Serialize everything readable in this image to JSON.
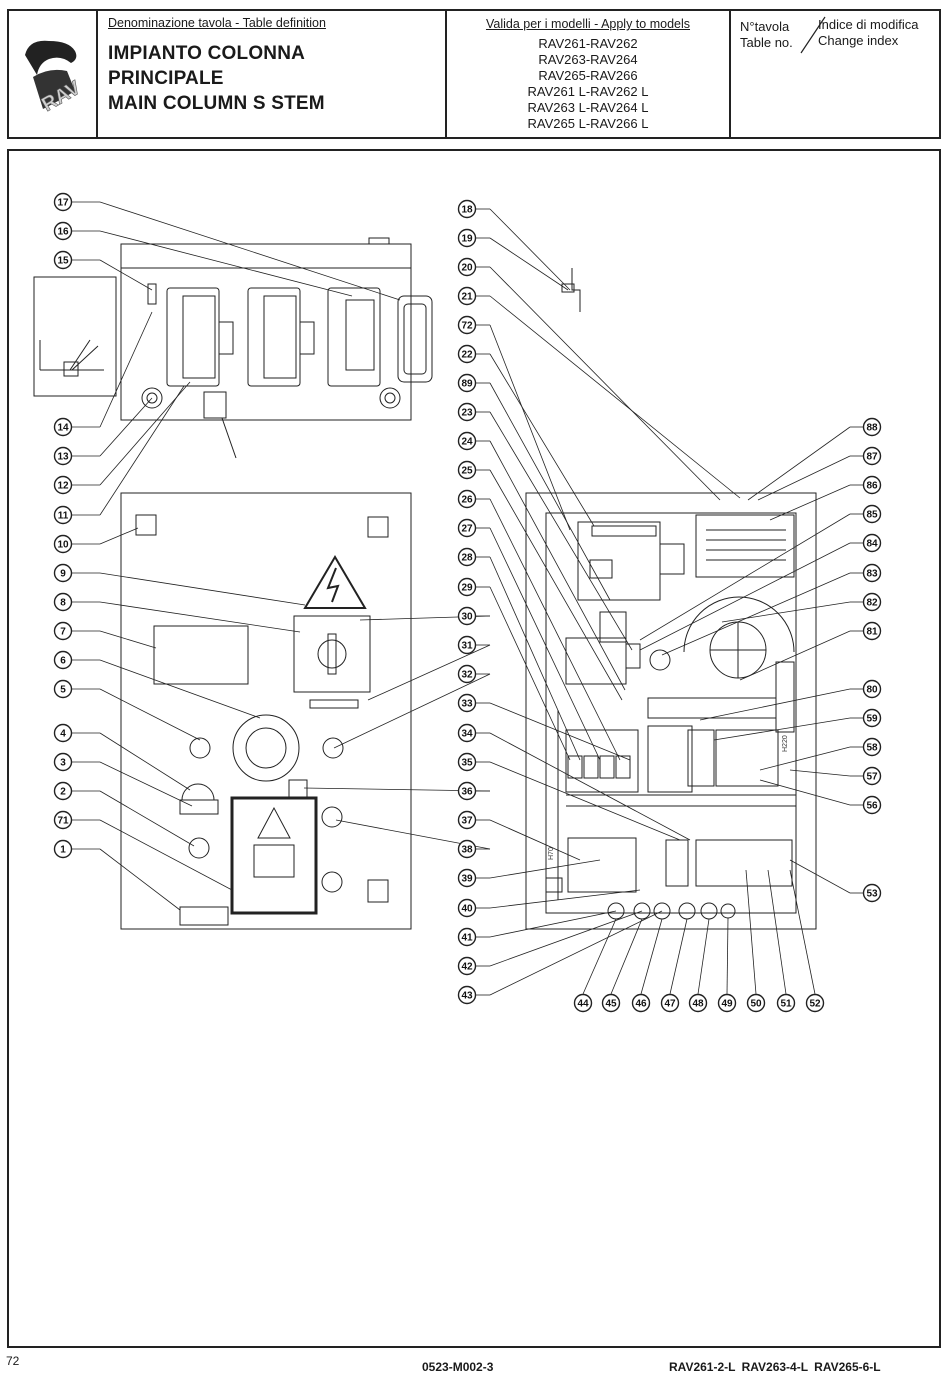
{
  "header": {
    "table_definition_label": "Denominazione tavola - Table definition",
    "title_lines": [
      "IMPIANTO COLONNA",
      "PRINCIPALE",
      "MAIN COLUMN S  STEM"
    ],
    "models_label": "Valida per i modelli - Apply to models",
    "models": [
      "RAV261-RAV262",
      "RAV263-RAV264",
      "RAV265-RAV266",
      "RAV261 L-RAV262 L",
      "RAV263 L-RAV264 L",
      "RAV265 L-RAV266 L"
    ],
    "table_no": [
      "N°tavola",
      "Table no."
    ],
    "change_index": [
      "Indice di modifica",
      "Change index"
    ],
    "logo_text": "RAV"
  },
  "callouts": {
    "left": [
      "17",
      "16",
      "15",
      "14",
      "13",
      "12",
      "11",
      "10",
      "9",
      "8",
      "7",
      "6",
      "5",
      "4",
      "3",
      "2",
      "71",
      "1"
    ],
    "middle": [
      "18",
      "19",
      "20",
      "21",
      "72",
      "22",
      "89",
      "23",
      "24",
      "25",
      "26",
      "27",
      "28",
      "29",
      "30",
      "31",
      "32",
      "33",
      "34",
      "35",
      "36",
      "37",
      "38",
      "39",
      "40",
      "41",
      "42",
      "43"
    ],
    "bottom": [
      "44",
      "45",
      "46",
      "47",
      "48",
      "49",
      "50",
      "51",
      "52"
    ],
    "right": [
      "88",
      "87",
      "86",
      "85",
      "84",
      "83",
      "82",
      "81",
      "80",
      "59",
      "58",
      "57",
      "56",
      "53"
    ]
  },
  "panel_labels": {
    "h70": "H70",
    "h220": "H220"
  },
  "footer": {
    "page": "72",
    "code": "0523-M002-3",
    "models": "RAV261-2-L   RAV263-4-L   RAV265-6-L"
  }
}
